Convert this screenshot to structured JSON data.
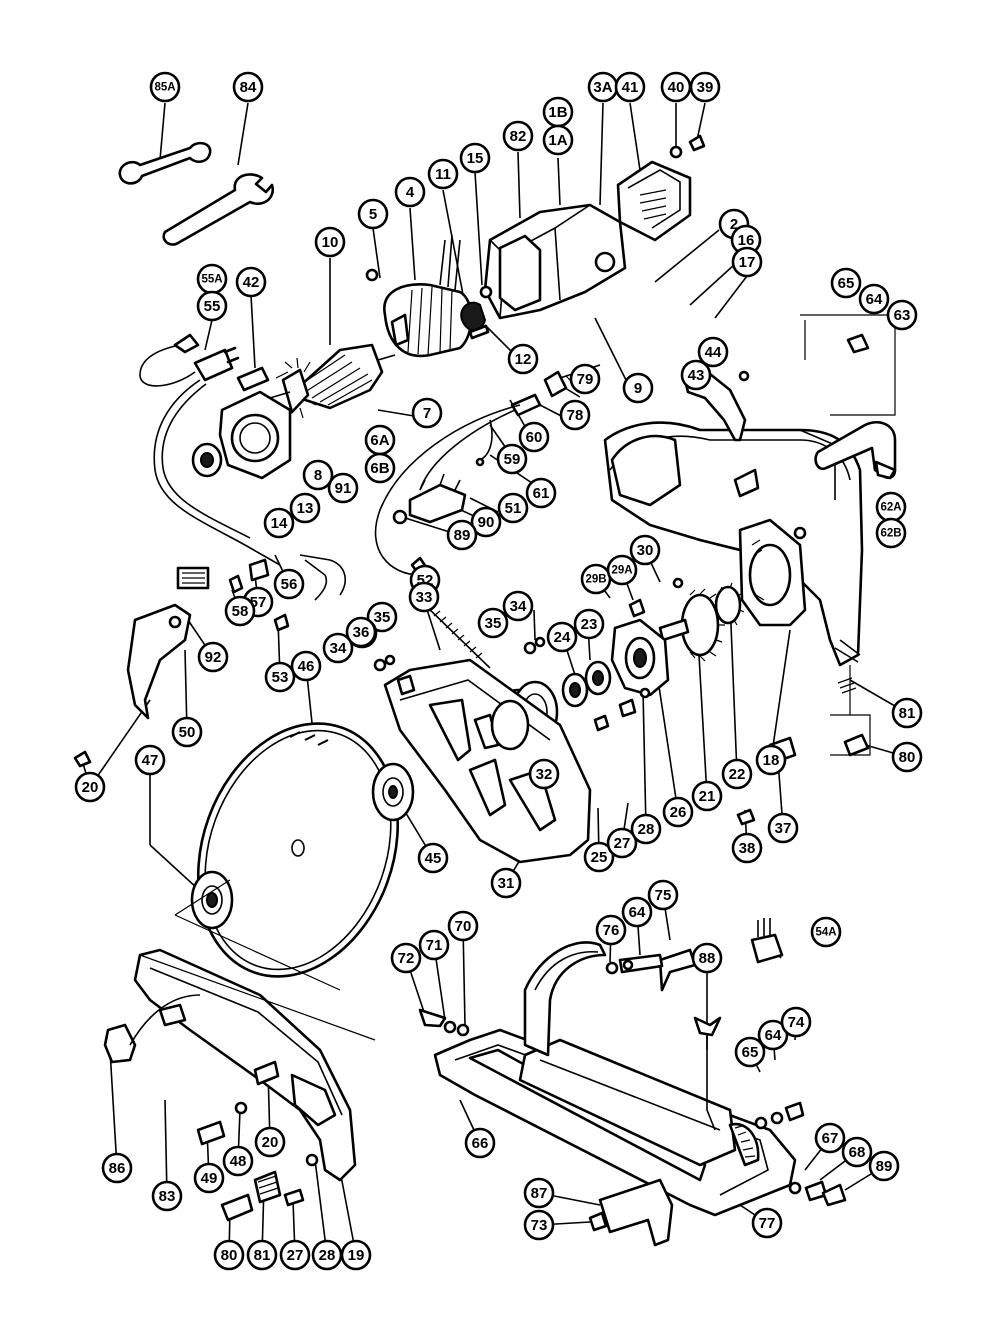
{
  "callouts": [
    {
      "label": "85A"
    },
    {
      "label": "84"
    },
    {
      "label": "3A"
    },
    {
      "label": "41"
    },
    {
      "label": "40"
    },
    {
      "label": "39"
    },
    {
      "label": "1B"
    },
    {
      "label": "1A"
    },
    {
      "label": "82"
    },
    {
      "label": "15"
    },
    {
      "label": "11"
    },
    {
      "label": "4"
    },
    {
      "label": "5"
    },
    {
      "label": "10"
    },
    {
      "label": "2"
    },
    {
      "label": "16"
    },
    {
      "label": "17"
    },
    {
      "label": "65"
    },
    {
      "label": "64"
    },
    {
      "label": "63"
    },
    {
      "label": "55A"
    },
    {
      "label": "55"
    },
    {
      "label": "42"
    },
    {
      "label": "12"
    },
    {
      "label": "44"
    },
    {
      "label": "9"
    },
    {
      "label": "43"
    },
    {
      "label": "79"
    },
    {
      "label": "7"
    },
    {
      "label": "78"
    },
    {
      "label": "6A"
    },
    {
      "label": "6B"
    },
    {
      "label": "60"
    },
    {
      "label": "8"
    },
    {
      "label": "91"
    },
    {
      "label": "59"
    },
    {
      "label": "62A"
    },
    {
      "label": "62B"
    },
    {
      "label": "13"
    },
    {
      "label": "61"
    },
    {
      "label": "14"
    },
    {
      "label": "51"
    },
    {
      "label": "90"
    },
    {
      "label": "89"
    },
    {
      "label": "30"
    },
    {
      "label": "56"
    },
    {
      "label": "57"
    },
    {
      "label": "52"
    },
    {
      "label": "29B"
    },
    {
      "label": "29A"
    },
    {
      "label": "58"
    },
    {
      "label": "33"
    },
    {
      "label": "35"
    },
    {
      "label": "34"
    },
    {
      "label": "36"
    },
    {
      "label": "35"
    },
    {
      "label": "36"
    },
    {
      "label": "34"
    },
    {
      "label": "24"
    },
    {
      "label": "23"
    },
    {
      "label": "92"
    },
    {
      "label": "53"
    },
    {
      "label": "46"
    },
    {
      "label": "81"
    },
    {
      "label": "50"
    },
    {
      "label": "80"
    },
    {
      "label": "20"
    },
    {
      "label": "47"
    },
    {
      "label": "32"
    },
    {
      "label": "18"
    },
    {
      "label": "45"
    },
    {
      "label": "25"
    },
    {
      "label": "27"
    },
    {
      "label": "28"
    },
    {
      "label": "26"
    },
    {
      "label": "21"
    },
    {
      "label": "22"
    },
    {
      "label": "37"
    },
    {
      "label": "38"
    },
    {
      "label": "31"
    },
    {
      "label": "75"
    },
    {
      "label": "54A"
    },
    {
      "label": "76"
    },
    {
      "label": "64"
    },
    {
      "label": "70"
    },
    {
      "label": "71"
    },
    {
      "label": "72"
    },
    {
      "label": "88"
    },
    {
      "label": "65"
    },
    {
      "label": "64"
    },
    {
      "label": "74"
    },
    {
      "label": "20"
    },
    {
      "label": "86"
    },
    {
      "label": "83"
    },
    {
      "label": "49"
    },
    {
      "label": "48"
    },
    {
      "label": "66"
    },
    {
      "label": "67"
    },
    {
      "label": "68"
    },
    {
      "label": "89"
    },
    {
      "label": "87"
    },
    {
      "label": "73"
    },
    {
      "label": "77"
    },
    {
      "label": "80"
    },
    {
      "label": "81"
    },
    {
      "label": "27"
    },
    {
      "label": "28"
    },
    {
      "label": "19"
    }
  ]
}
